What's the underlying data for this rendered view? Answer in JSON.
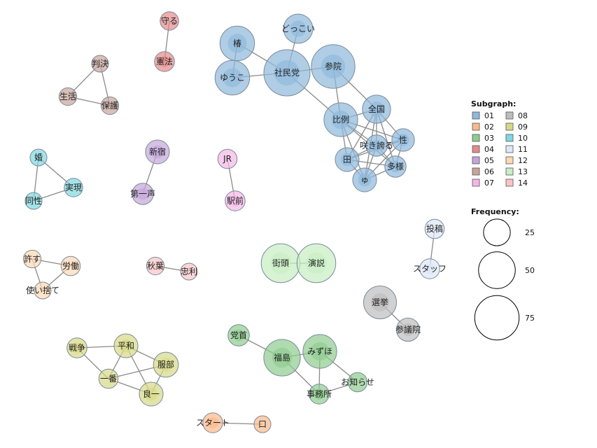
{
  "legend": {
    "subgraph_title": "Subgraph:",
    "frequency_title": "Frequency:",
    "subgraphs": [
      {
        "id": "01",
        "color": "#8fb8dc"
      },
      {
        "id": "02",
        "color": "#f9b98a"
      },
      {
        "id": "03",
        "color": "#8fcc8f"
      },
      {
        "id": "04",
        "color": "#e48a8a"
      },
      {
        "id": "05",
        "color": "#c3a6d8"
      },
      {
        "id": "06",
        "color": "#c7a49a"
      },
      {
        "id": "07",
        "color": "#f3b7e5"
      },
      {
        "id": "08",
        "color": "#bdbdbd"
      },
      {
        "id": "09",
        "color": "#d7d886"
      },
      {
        "id": "10",
        "color": "#7fd7e1"
      },
      {
        "id": "11",
        "color": "#dde7f7"
      },
      {
        "id": "12",
        "color": "#fcd8b3"
      },
      {
        "id": "13",
        "color": "#c8eec2"
      },
      {
        "id": "14",
        "color": "#fac4c4"
      }
    ],
    "frequencies": [
      25,
      50,
      75
    ]
  },
  "nodes": [
    {
      "id": "shamin",
      "label": "社民党",
      "group": "01",
      "freq": 75
    },
    {
      "id": "sanin",
      "label": "参院",
      "group": "01",
      "freq": 67
    },
    {
      "id": "tsubaki",
      "label": "椿",
      "group": "01",
      "freq": 42
    },
    {
      "id": "yuuko",
      "label": "ゆうこ",
      "group": "01",
      "freq": 42
    },
    {
      "id": "dokkoi",
      "label": "どっこい",
      "group": "01",
      "freq": 30
    },
    {
      "id": "hirei",
      "label": "比例",
      "group": "01",
      "freq": 40
    },
    {
      "id": "zenkoku",
      "label": "全国",
      "group": "01",
      "freq": 28
    },
    {
      "id": "sei",
      "label": "性",
      "group": "01",
      "freq": 18
    },
    {
      "id": "sakihokoru",
      "label": "咲き誇る",
      "group": "01",
      "freq": 16
    },
    {
      "id": "ta",
      "label": "田",
      "group": "01",
      "freq": 20
    },
    {
      "id": "tayou",
      "label": "多様",
      "group": "01",
      "freq": 16
    },
    {
      "id": "yu",
      "label": "ゅ",
      "group": "01",
      "freq": 20
    },
    {
      "id": "start",
      "label": "スタート",
      "group": "02",
      "freq": 14
    },
    {
      "id": "kuchi",
      "label": "口",
      "group": "02",
      "freq": 10
    },
    {
      "id": "toushu",
      "label": "党首",
      "group": "03",
      "freq": 16
    },
    {
      "id": "fukushima",
      "label": "福島",
      "group": "03",
      "freq": 47
    },
    {
      "id": "mizuho",
      "label": "みずほ",
      "group": "03",
      "freq": 40
    },
    {
      "id": "jimusho",
      "label": "事務所",
      "group": "03",
      "freq": 14
    },
    {
      "id": "oshirase",
      "label": "お知らせ",
      "group": "03",
      "freq": 13
    },
    {
      "id": "mamoru",
      "label": "守る",
      "group": "04",
      "freq": 12
    },
    {
      "id": "kenpou",
      "label": "憲法",
      "group": "04",
      "freq": 14
    },
    {
      "id": "shinjuku",
      "label": "新宿",
      "group": "05",
      "freq": 20
    },
    {
      "id": "daiissei",
      "label": "第一声",
      "group": "05",
      "freq": 16
    },
    {
      "id": "hanketsu",
      "label": "判決",
      "group": "06",
      "freq": 10
    },
    {
      "id": "seikatsu",
      "label": "生活",
      "group": "06",
      "freq": 11
    },
    {
      "id": "hogo",
      "label": "保護",
      "group": "06",
      "freq": 11
    },
    {
      "id": "jr",
      "label": "JR",
      "group": "07",
      "freq": 13
    },
    {
      "id": "ekimae",
      "label": "駅前",
      "group": "07",
      "freq": 14
    },
    {
      "id": "senkyo",
      "label": "選挙",
      "group": "08",
      "freq": 38
    },
    {
      "id": "sangiin",
      "label": "参議院",
      "group": "08",
      "freq": 19
    },
    {
      "id": "sensou",
      "label": "戦争",
      "group": "09",
      "freq": 14
    },
    {
      "id": "heiwa",
      "label": "平和",
      "group": "09",
      "freq": 20
    },
    {
      "id": "ichiban",
      "label": "一番",
      "group": "09",
      "freq": 13
    },
    {
      "id": "hattori",
      "label": "服部",
      "group": "09",
      "freq": 22
    },
    {
      "id": "ryouichi",
      "label": "良一",
      "group": "09",
      "freq": 20
    },
    {
      "id": "kon",
      "label": "婚",
      "group": "10",
      "freq": 10
    },
    {
      "id": "jitsugen",
      "label": "実現",
      "group": "10",
      "freq": 12
    },
    {
      "id": "dousei",
      "label": "同性",
      "group": "10",
      "freq": 10
    },
    {
      "id": "toukou",
      "label": "投稿",
      "group": "11",
      "freq": 13
    },
    {
      "id": "staff",
      "label": "スタッフ",
      "group": "11",
      "freq": 14
    },
    {
      "id": "yurusu",
      "label": "許す",
      "group": "12",
      "freq": 11
    },
    {
      "id": "roudou",
      "label": "労働",
      "group": "12",
      "freq": 13
    },
    {
      "id": "tsukaisute",
      "label": "使い捨て",
      "group": "12",
      "freq": 10
    },
    {
      "id": "gaitou",
      "label": "街頭",
      "group": "13",
      "freq": 53
    },
    {
      "id": "enzetsu",
      "label": "演説",
      "group": "13",
      "freq": 53
    },
    {
      "id": "shuuba",
      "label": "秋葉",
      "group": "14",
      "freq": 11
    },
    {
      "id": "tadatoshi",
      "label": "忠利",
      "group": "14",
      "freq": 10
    }
  ],
  "edges": [
    [
      "shamin",
      "sanin"
    ],
    [
      "shamin",
      "tsubaki"
    ],
    [
      "shamin",
      "yuuko"
    ],
    [
      "shamin",
      "dokkoi"
    ],
    [
      "shamin",
      "hirei"
    ],
    [
      "tsubaki",
      "yuuko"
    ],
    [
      "sanin",
      "hirei"
    ],
    [
      "sanin",
      "zenkoku"
    ],
    [
      "hirei",
      "zenkoku"
    ],
    [
      "hirei",
      "sei"
    ],
    [
      "hirei",
      "sakihokoru"
    ],
    [
      "hirei",
      "ta"
    ],
    [
      "hirei",
      "tayou"
    ],
    [
      "hirei",
      "yu"
    ],
    [
      "zenkoku",
      "sei"
    ],
    [
      "zenkoku",
      "sakihokoru"
    ],
    [
      "zenkoku",
      "ta"
    ],
    [
      "zenkoku",
      "tayou"
    ],
    [
      "zenkoku",
      "yu"
    ],
    [
      "sei",
      "sakihokoru"
    ],
    [
      "sei",
      "ta"
    ],
    [
      "sei",
      "tayou"
    ],
    [
      "sei",
      "yu"
    ],
    [
      "sakihokoru",
      "ta"
    ],
    [
      "sakihokoru",
      "tayou"
    ],
    [
      "sakihokoru",
      "yu"
    ],
    [
      "ta",
      "tayou"
    ],
    [
      "ta",
      "yu"
    ],
    [
      "tayou",
      "yu"
    ],
    [
      "start",
      "kuchi"
    ],
    [
      "toushu",
      "fukushima"
    ],
    [
      "fukushima",
      "mizuho"
    ],
    [
      "fukushima",
      "jimusho"
    ],
    [
      "mizuho",
      "jimusho"
    ],
    [
      "mizuho",
      "oshirase"
    ],
    [
      "jimusho",
      "oshirase"
    ],
    [
      "mamoru",
      "kenpou"
    ],
    [
      "shinjuku",
      "daiissei"
    ],
    [
      "hanketsu",
      "seikatsu"
    ],
    [
      "hanketsu",
      "hogo"
    ],
    [
      "seikatsu",
      "hogo"
    ],
    [
      "jr",
      "ekimae"
    ],
    [
      "senkyo",
      "sangiin"
    ],
    [
      "sensou",
      "heiwa"
    ],
    [
      "sensou",
      "ichiban"
    ],
    [
      "heiwa",
      "ichiban"
    ],
    [
      "heiwa",
      "hattori"
    ],
    [
      "heiwa",
      "ryouichi"
    ],
    [
      "ichiban",
      "hattori"
    ],
    [
      "ichiban",
      "ryouichi"
    ],
    [
      "hattori",
      "ryouichi"
    ],
    [
      "kon",
      "jitsugen"
    ],
    [
      "jitsugen",
      "dousei"
    ],
    [
      "kon",
      "dousei"
    ],
    [
      "toukou",
      "staff"
    ],
    [
      "yurusu",
      "roudou"
    ],
    [
      "yurusu",
      "tsukaisute"
    ],
    [
      "roudou",
      "tsukaisute"
    ],
    [
      "gaitou",
      "enzetsu"
    ],
    [
      "shuuba",
      "tadatoshi"
    ]
  ]
}
